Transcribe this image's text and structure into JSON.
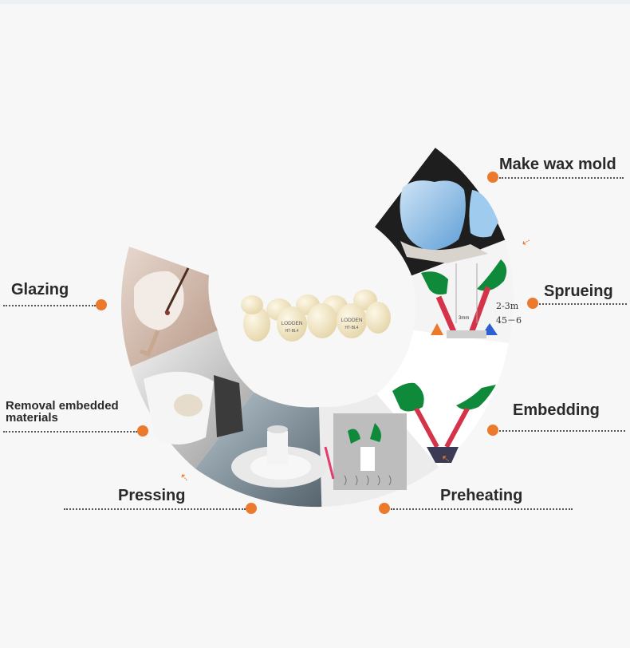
{
  "steps": [
    {
      "label": "Make wax mold"
    },
    {
      "label": "Sprueing"
    },
    {
      "label": "Embedding"
    },
    {
      "label": "Preheating"
    },
    {
      "label": "Pressing"
    },
    {
      "label": "Removal embedded materials"
    },
    {
      "label": "Glazing"
    }
  ],
  "center": {
    "brand": "LODDEN",
    "code": "HT-BL4"
  },
  "sprue_annotation": {
    "line1": "2-3m",
    "line2": "45－6",
    "tag": "3mm"
  },
  "colors": {
    "accent": "#ec7a2c",
    "wax_green": "#0f8a3a",
    "sprue_red": "#d4334a",
    "tooth_blue": "#8fc3ea"
  }
}
